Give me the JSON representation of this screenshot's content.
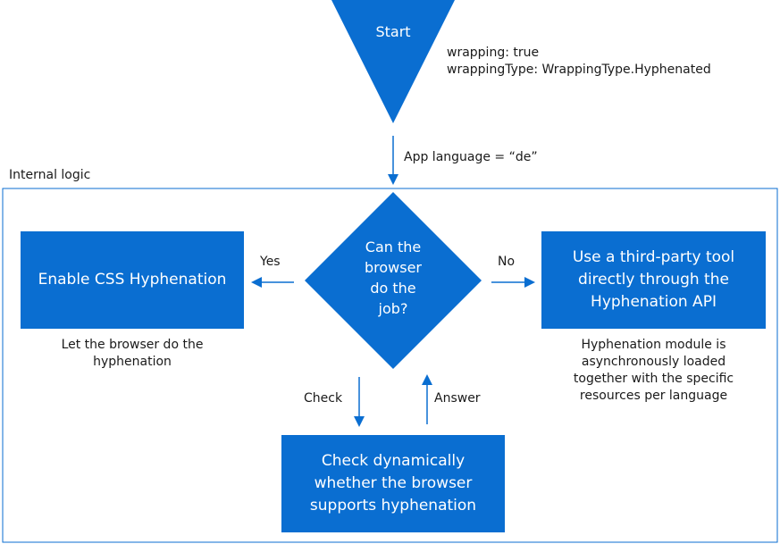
{
  "start": {
    "label": "Start",
    "config_line1": "wrapping: true",
    "config_line2": "wrappingType: WrappingType.Hyphenated"
  },
  "entry_arrow_label": "App language = “de”",
  "container_label": "Internal logic",
  "decision": {
    "line1": "Can the",
    "line2": "browser",
    "line3": "do the",
    "line4": "job?"
  },
  "yes_label": "Yes",
  "no_label": "No",
  "check_label": "Check",
  "answer_label": "Answer",
  "left_box": {
    "text": "Enable CSS Hyphenation",
    "note_line1": "Let the browser do the",
    "note_line2": "hyphenation"
  },
  "right_box": {
    "line1": "Use a third-party tool",
    "line2": "directly through the",
    "line3": "Hyphenation API",
    "note_line1": "Hyphenation module is",
    "note_line2": "asynchronously loaded",
    "note_line3": "together with the specific",
    "note_line4": "resources per language"
  },
  "bottom_box": {
    "line1": "Check dynamically",
    "line2": "whether the browser",
    "line3": "supports hyphenation"
  },
  "colors": {
    "primary": "#0a6ed1",
    "text": "#1a1a1a",
    "on_primary": "#ffffff"
  }
}
